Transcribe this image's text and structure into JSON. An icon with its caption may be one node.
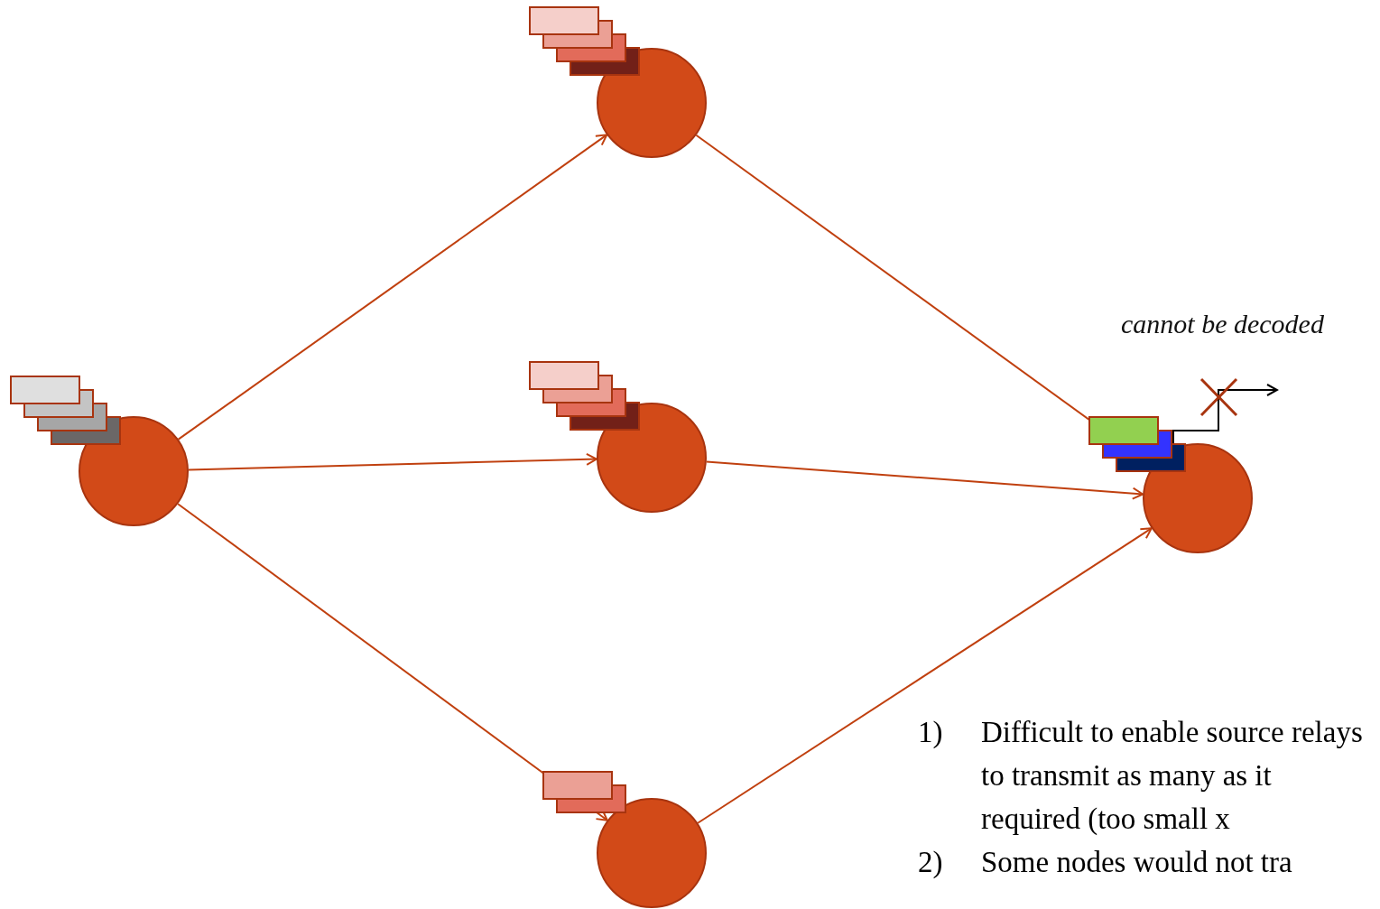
{
  "diagram": {
    "nodes": [
      {
        "text": [],
        "shape": "circle"
      },
      {
        "text": [],
        "shape": "circle"
      },
      {
        "text": [],
        "shape": "circle"
      },
      {
        "text": [],
        "shape": "circle"
      },
      {
        "text": [],
        "shape": "circle"
      }
    ],
    "edges": [
      {
        "from": 0,
        "to": 1,
        "arrow": "to"
      },
      {
        "from": 0,
        "to": 2,
        "arrow": "to"
      },
      {
        "from": 0,
        "to": 3,
        "arrow": "to"
      },
      {
        "from": 1,
        "to": 4,
        "arrow": "none"
      },
      {
        "from": 2,
        "to": 4,
        "arrow": "to"
      },
      {
        "from": 3,
        "to": 4,
        "arrow": "to"
      },
      {
        "from": 4,
        "to": null,
        "arrow": "to",
        "color": "#000000"
      }
    ],
    "labels": [
      "cannot be decoded",
      "1)",
      "Difficult to enable source relays to transmit as many as it required (too small x",
      "2)",
      "Some nodes would not tra"
    ]
  }
}
